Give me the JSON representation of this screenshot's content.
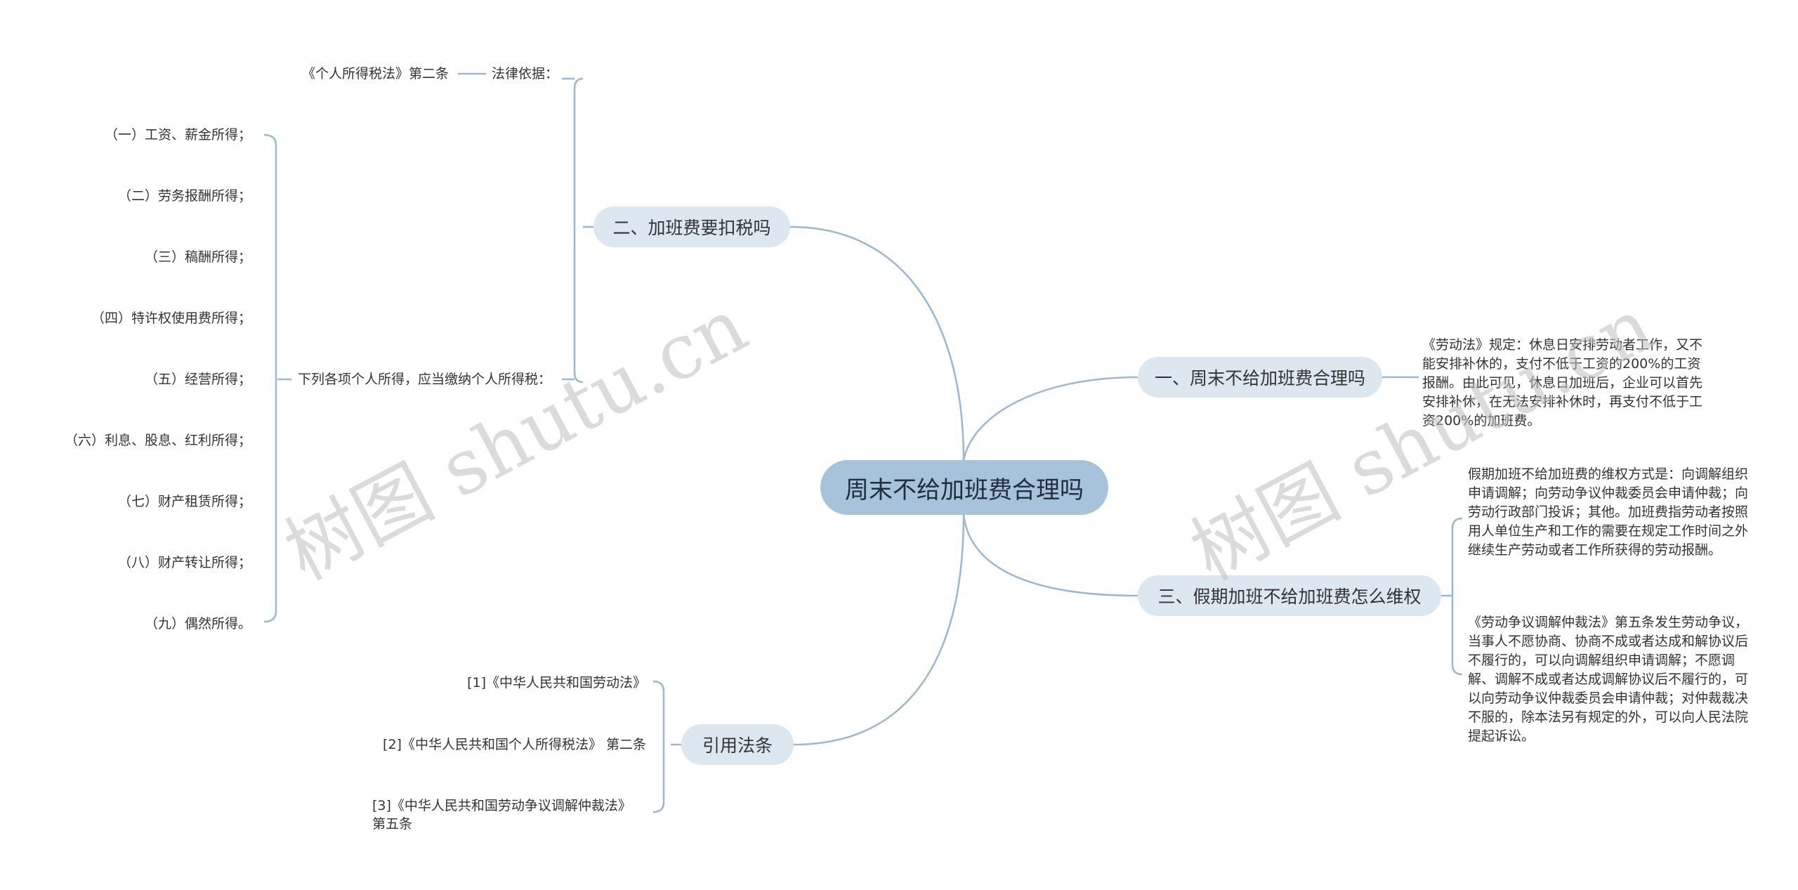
{
  "diagram": {
    "root": "周末不给加班费合理吗",
    "branches": {
      "b1": {
        "label": "一、周末不给加班费合理吗",
        "text": "《劳动法》规定：休息日安排劳动者工作，又不能安排补休的，支付不低于工资的200%的工资报酬。由此可见，休息日加班后，企业可以首先安排补休，在无法安排补休时，再支付不低于工资200%的加班费。"
      },
      "b2": {
        "label": "二、加班费要扣税吗",
        "legal_basis": "法律依据：",
        "tax_law": "《个人所得税法》第二条",
        "items_intro": "下列各项个人所得，应当缴纳个人所得税：",
        "items": [
          "（一）工资、薪金所得；",
          "（二）劳务报酬所得；",
          "（三）稿酬所得；",
          "（四）特许权使用费所得；",
          "（五）经营所得；",
          "（六）利息、股息、红利所得；",
          "（七）财产租赁所得；",
          "（八）财产转让所得；",
          "（九）偶然所得。"
        ]
      },
      "b3": {
        "label": "三、假期加班不给加班费怎么维权",
        "text1": "假期加班不给加班费的维权方式是：向调解组织申请调解；向劳动争议仲裁委员会申请仲裁；向劳动行政部门投诉；其他。加班费指劳动者按照用人单位生产和工作的需要在规定工作时间之外继续生产劳动或者工作所获得的劳动报酬。",
        "text2": "《劳动争议调解仲裁法》第五条发生劳动争议，当事人不愿协商、协商不成或者达成和解协议后不履行的，可以向调解组织申请调解；不愿调解、调解不成或者达成调解协议后不履行的，可以向劳动争议仲裁委员会申请仲裁；对仲裁裁决不服的，除本法另有规定的外，可以向人民法院提起诉讼。"
      },
      "b4": {
        "label": "引用法条",
        "refs": [
          "[1]《中华人民共和国劳动法》",
          "[2]《中华人民共和国个人所得税法》 第二条",
          "[3]《中华人民共和国劳动争议调解仲裁法》",
          "第五条"
        ]
      }
    },
    "watermarks": [
      "树图 shutu.cn",
      "树图 shutu.cn"
    ],
    "colors": {
      "line": "#9bb8d0",
      "root_fill": "#a7c2db",
      "branch_fill": "#dde7f0"
    }
  }
}
